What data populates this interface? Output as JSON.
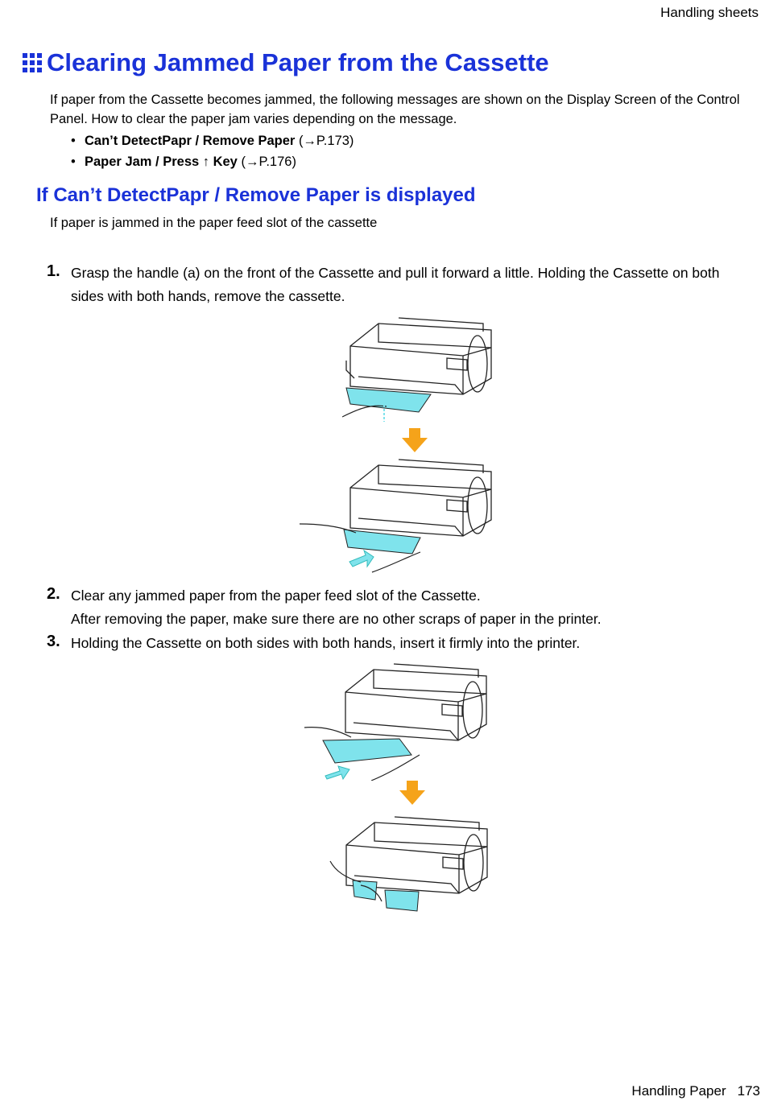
{
  "header": {
    "section": "Handling  sheets"
  },
  "title": "Clearing Jammed Paper from the Cassette",
  "intro": "If paper from the Cassette becomes jammed, the following messages are shown on the Display Screen of the Control Panel.  How to clear the paper jam varies depending on the message.",
  "bullets": [
    {
      "bold": "Can’t DetectPapr / Remove Paper",
      "ref": "(→P.173)"
    },
    {
      "bold": "Paper Jam / Press ↑ Key",
      "ref": "(→P.176)"
    }
  ],
  "section": {
    "heading": "If Can’t DetectPapr / Remove Paper is displayed",
    "subtitle": "If paper is jammed in the paper feed slot of the cassette"
  },
  "steps": [
    {
      "number": "1.",
      "text": "Grasp the handle (a) on the front of the Cassette and pull it forward a little.  Holding the Cassette on both sides with both hands, remove the cassette."
    },
    {
      "number": "2.",
      "text": "Clear any jammed paper from the paper feed slot of the Cassette.",
      "note": "After removing the paper, make sure there are no other scraps of paper in the printer."
    },
    {
      "number": "3.",
      "text": "Holding the Cassette on both sides with both hands, insert it firmly into the printer."
    }
  ],
  "colors": {
    "heading": "#1a32d8",
    "highlight": "#7fe3ec",
    "arrow": "#f5a31a"
  },
  "footer": {
    "label": "Handling  Paper",
    "page": "173"
  }
}
